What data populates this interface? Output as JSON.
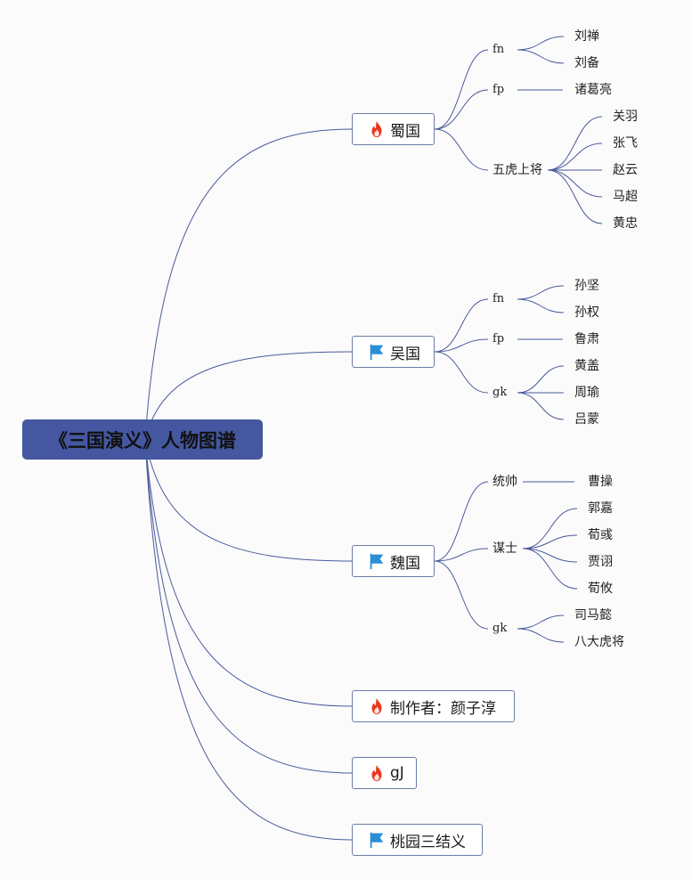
{
  "root": {
    "label": "《三国演义》人物图谱"
  },
  "icons": {
    "fire": "fire-icon",
    "flag": "flag-icon"
  },
  "colors": {
    "root_bg": "#4457a0",
    "line": "#4a5a9c",
    "fire": "#e8381c",
    "flag": "#2a8fd6"
  },
  "branches": [
    {
      "label": "蜀国",
      "icon": "fire",
      "groups": [
        {
          "label": "fn",
          "children": [
            "刘禅",
            "刘备"
          ]
        },
        {
          "label": "fp",
          "children": [
            "诸葛亮"
          ]
        },
        {
          "label": "五虎上将",
          "children": [
            "关羽",
            "张飞",
            "赵云",
            "马超",
            "黄忠"
          ]
        }
      ]
    },
    {
      "label": "吴国",
      "icon": "flag",
      "groups": [
        {
          "label": "fn",
          "children": [
            "孙坚",
            "孙权"
          ]
        },
        {
          "label": "fp",
          "children": [
            "鲁肃"
          ]
        },
        {
          "label": "gk",
          "children": [
            "黄盖",
            "周瑜",
            "吕蒙"
          ]
        }
      ]
    },
    {
      "label": "魏国",
      "icon": "flag",
      "groups": [
        {
          "label": "统帅",
          "children": [
            "曹操"
          ]
        },
        {
          "label": "谋士",
          "children": [
            "郭嘉",
            "荀彧",
            "贾诩",
            "荀攸"
          ]
        },
        {
          "label": "gk",
          "children": [
            "司马懿",
            "八大虎将"
          ]
        }
      ]
    },
    {
      "label": "制作者：颜子淳",
      "icon": "fire",
      "groups": []
    },
    {
      "label": "gJ",
      "icon": "fire",
      "groups": []
    },
    {
      "label": "桃园三结义",
      "icon": "flag",
      "groups": []
    }
  ]
}
